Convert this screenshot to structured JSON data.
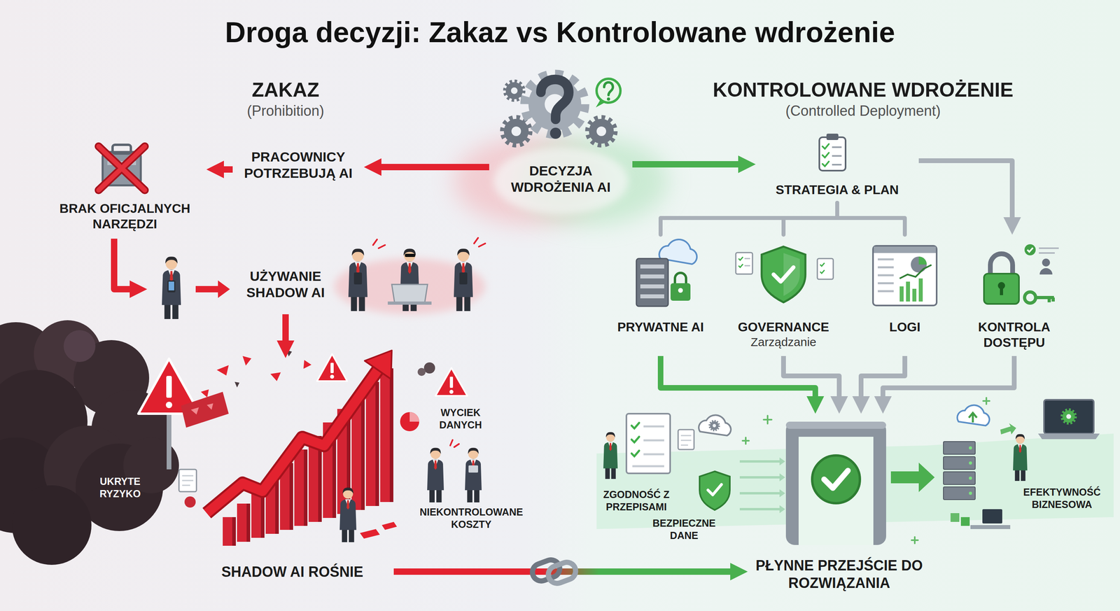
{
  "diagram": {
    "title": "Droga decyzji: Zakaz vs Kontrolowane wdrożenie",
    "nodes": [
      {
        "text": [
          "ZAKAZ",
          "(Prohibition)"
        ]
      },
      {
        "text": [
          "DECYZJA WDROŻENIA AI"
        ]
      },
      {
        "text": [
          "KONTROLOWANE WDROŻENIE",
          "(Controlled Deployment)"
        ]
      },
      {
        "text": [
          "PRACOWNICY POTRZEBUJĄ AI"
        ],
        "in": 0
      },
      {
        "text": [
          "BRAK OFICJALNYCH NARZĘDZI"
        ],
        "in": 0
      },
      {
        "text": [
          "UŻYWANIE SHADOW AI"
        ],
        "in": 0
      },
      {
        "text": [
          "UKRYTE RYZYKO",
          "WYCIEK DANYCH",
          "NIEKONTROLOWANE KOSZTY"
        ],
        "in": 0
      },
      {
        "text": [
          "SHADOW AI ROŚNIE"
        ],
        "in": 0
      },
      {
        "text": [
          "STRATEGIA & PLAN"
        ],
        "in": 2
      },
      {
        "text": [
          "PRYWATNE AI"
        ],
        "in": 2
      },
      {
        "text": [
          "GOVERNANCE",
          "Zarządzanie"
        ],
        "in": 2
      },
      {
        "text": [
          "LOGI"
        ],
        "in": 2
      },
      {
        "text": [
          "KONTROLA DOSTĘPU"
        ],
        "in": 2
      },
      {
        "text": [
          "ZGODNOŚĆ Z PRZEPISAMI",
          "BEZPIECZNE DANE",
          "EFEKTYWNOŚĆ BIZNESOWA"
        ],
        "in": 2
      },
      {
        "text": [
          "PŁYNNE PRZEJŚCIE DO ROZWIĄZANIA"
        ],
        "in": 2
      }
    ],
    "edges": [
      {
        "from": 1,
        "to": 3,
        "arrow": "to"
      },
      {
        "from": 3,
        "to": 4,
        "arrow": "to"
      },
      {
        "from": 4,
        "to": 5,
        "arrow": "to"
      },
      {
        "from": 5,
        "to": 6,
        "arrow": "to"
      },
      {
        "from": 1,
        "to": 8,
        "arrow": "to"
      },
      {
        "from": 8,
        "to": 12,
        "arrow": "to"
      },
      {
        "from": 8,
        "to": 9,
        "arrow": "none"
      },
      {
        "from": 8,
        "to": 10,
        "arrow": "none"
      },
      {
        "from": 8,
        "to": 11,
        "arrow": "none"
      },
      {
        "from": 9,
        "to": 13,
        "arrow": "to"
      },
      {
        "from": 10,
        "to": 13,
        "arrow": "to"
      },
      {
        "from": 11,
        "to": 13,
        "arrow": "to"
      },
      {
        "from": 12,
        "to": 13,
        "arrow": "to"
      },
      {
        "from": 7,
        "to": 14,
        "arrow": "to"
      }
    ]
  }
}
